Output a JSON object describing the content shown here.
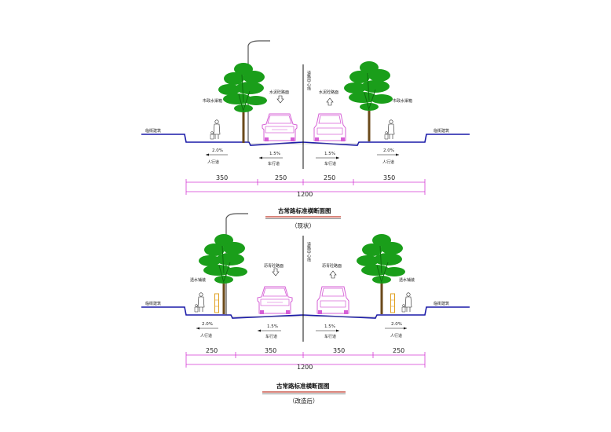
{
  "diagram_top": {
    "building_left": "临街建筑",
    "building_right": "临街建筑",
    "drain_left": "市政水渠箱",
    "drain_right": "市政水渠箱",
    "inlet_left": "水泥砼路面",
    "inlet_right": "水泥砼路面",
    "centerline": "道路中心线",
    "slope_walk_left": "2.0%",
    "slope_walk_right": "2.0%",
    "slope_road_left": "1.5%",
    "slope_road_right": "1.5%",
    "label_walk": "人行道",
    "label_road": "车行道",
    "dims": [
      "350",
      "250",
      "250",
      "350"
    ],
    "total": "1200",
    "title": "古常路标准横断面图",
    "subtitle": "（现状）"
  },
  "diagram_bottom": {
    "building_left": "临街建筑",
    "building_right": "临街建筑",
    "drain_left": "透水铺装",
    "drain_right": "透水铺装",
    "inlet_left": "沥青砼路面",
    "inlet_right": "沥青砼路面",
    "centerline": "道路中心线",
    "slope_walk_left": "2.0%",
    "slope_walk_right": "2.0%",
    "slope_road_left": "1.5%",
    "slope_road_right": "1.5%",
    "label_walk": "人行道",
    "label_road": "车行道",
    "dims": [
      "250",
      "350",
      "350",
      "250"
    ],
    "total": "1200",
    "title": "古常路标准横断面图",
    "subtitle": "（改造后）"
  },
  "colors": {
    "ground": "#1a1aa8",
    "dimension": "#d43ad4",
    "tree": "#1a9e1a",
    "car": "#d65fd6",
    "title_underline": "#c0392b"
  }
}
